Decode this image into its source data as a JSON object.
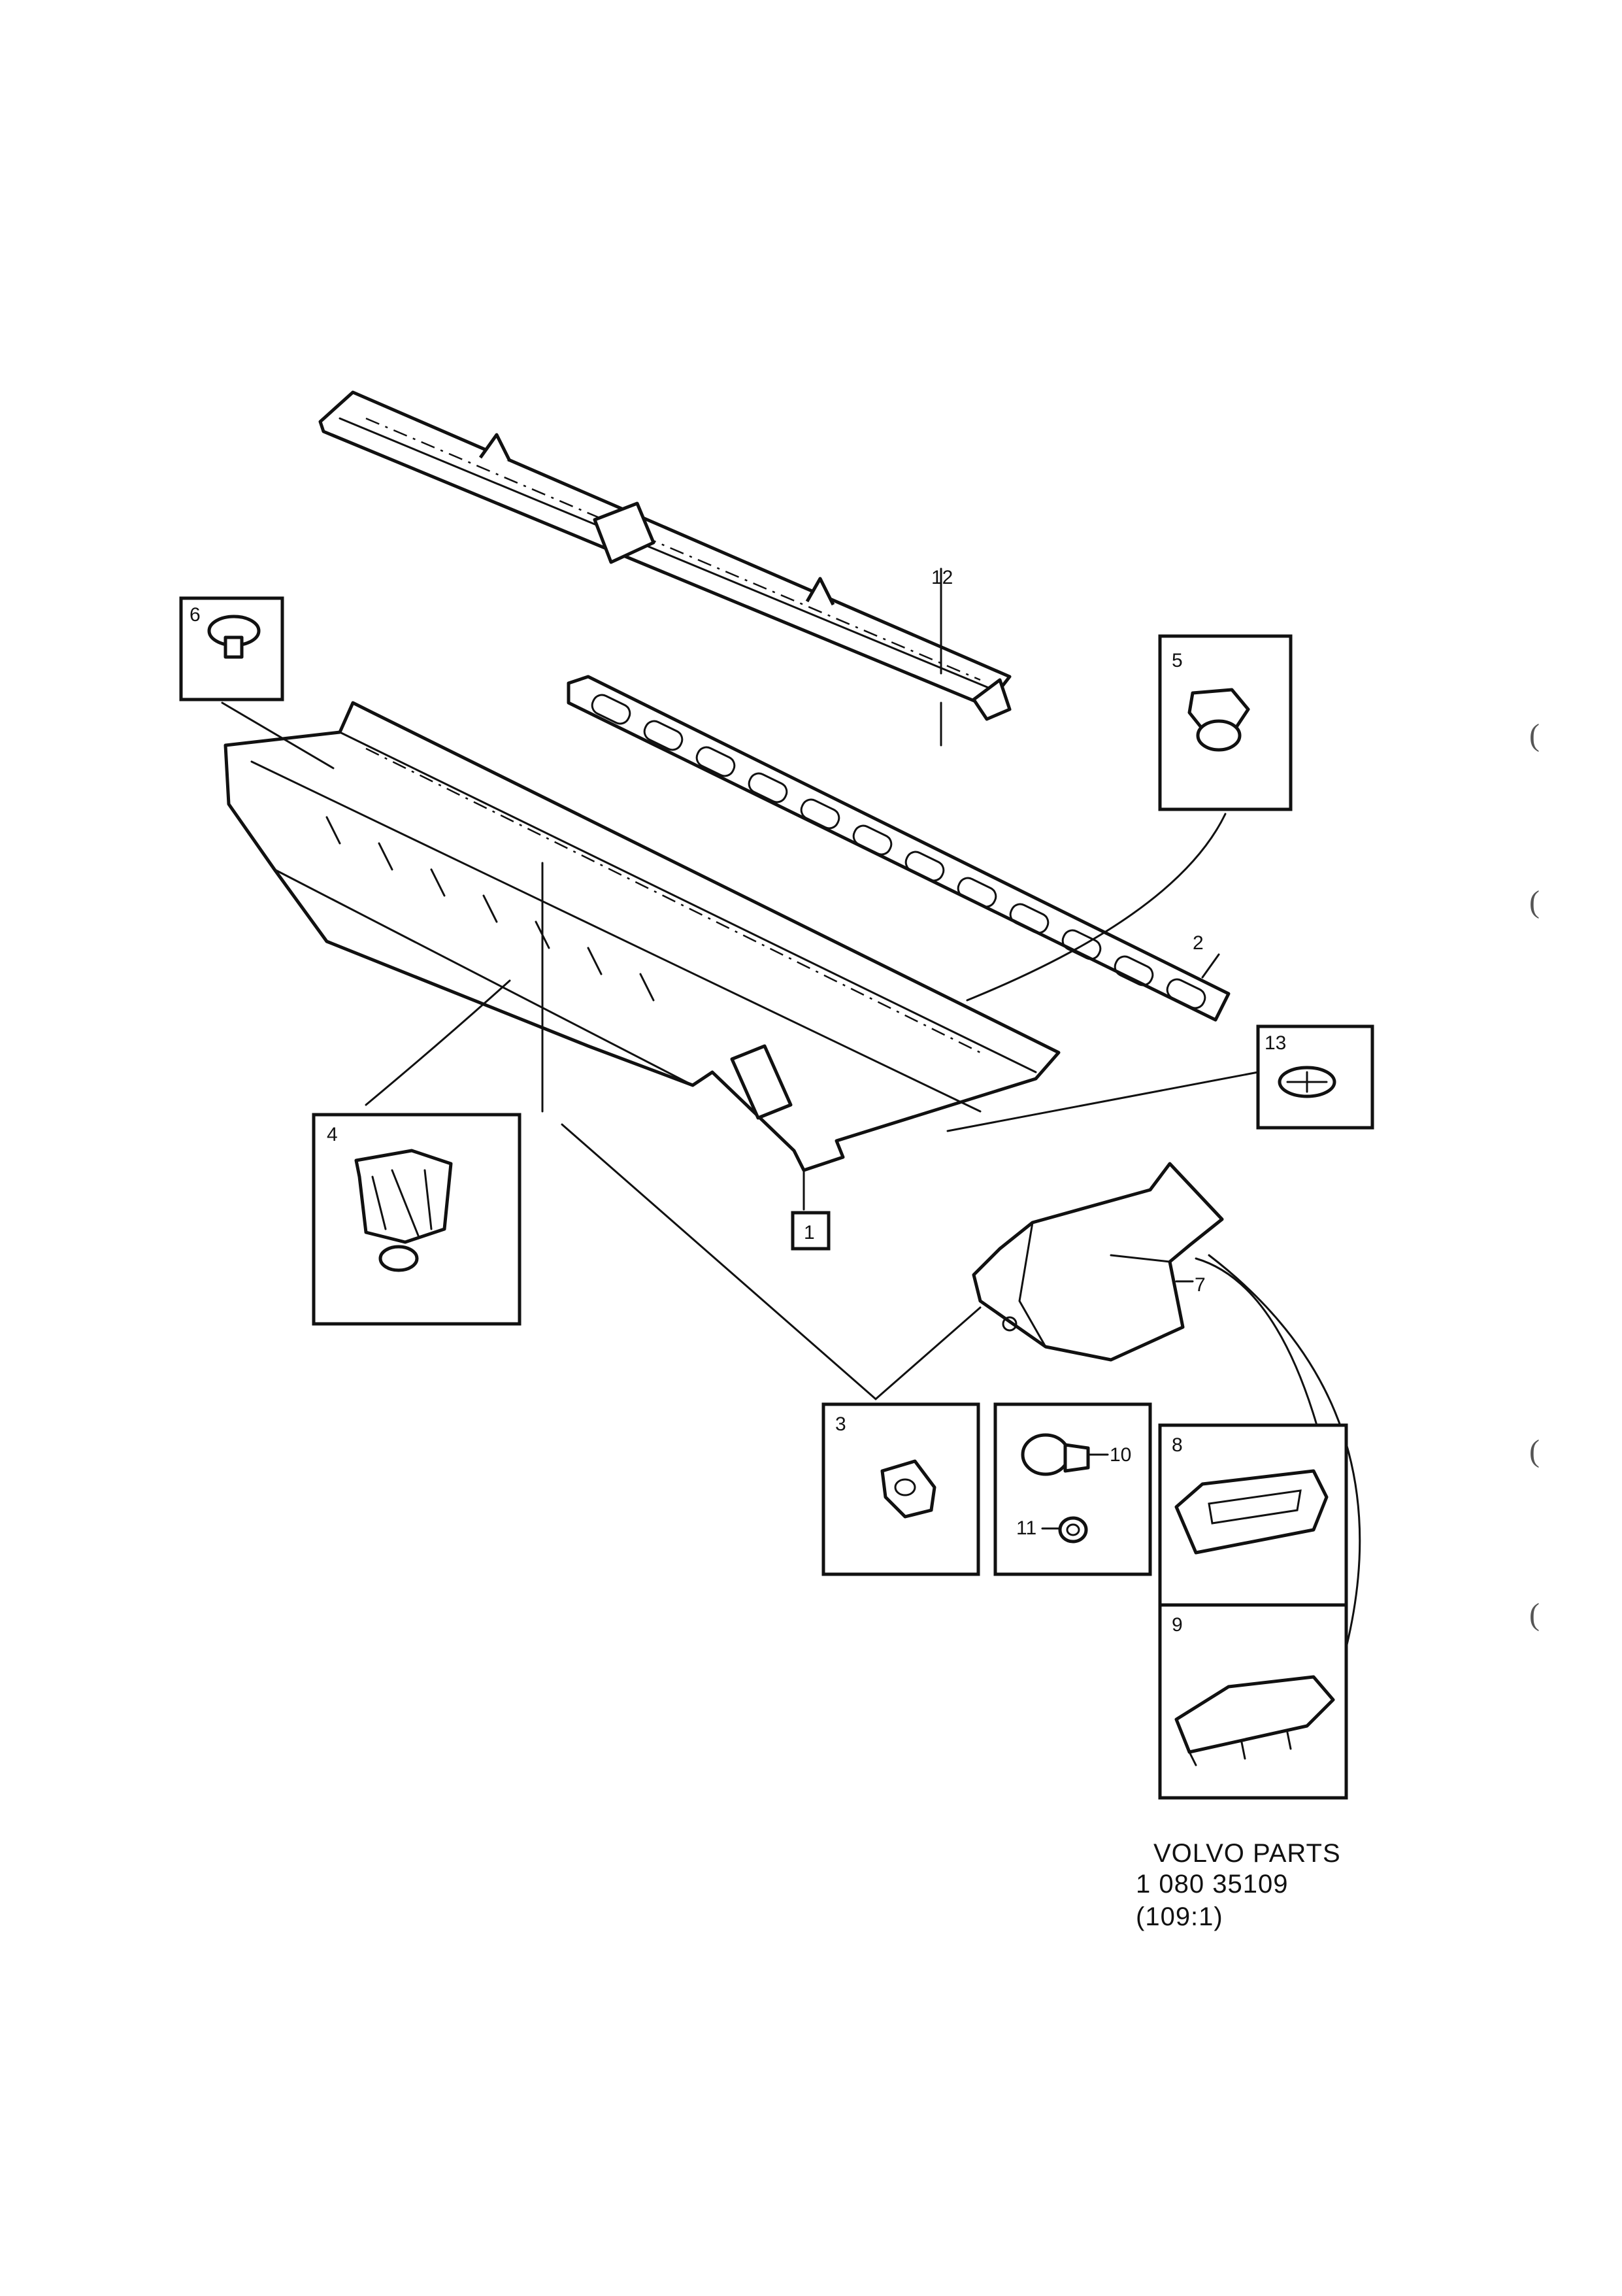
{
  "callouts": {
    "c1": "1",
    "c2": "2",
    "c3": "3",
    "c4": "4",
    "c5": "5",
    "c6": "6",
    "c7": "7",
    "c8": "8",
    "c9": "9",
    "c10": "10",
    "c11": "11",
    "c12": "12",
    "c13": "13"
  },
  "caption": {
    "line1": "VOLVO PARTS",
    "line2": "1  080  35109",
    "line3": "(109:1)"
  },
  "margin_marks": [
    "(",
    "(",
    "(",
    "("
  ]
}
